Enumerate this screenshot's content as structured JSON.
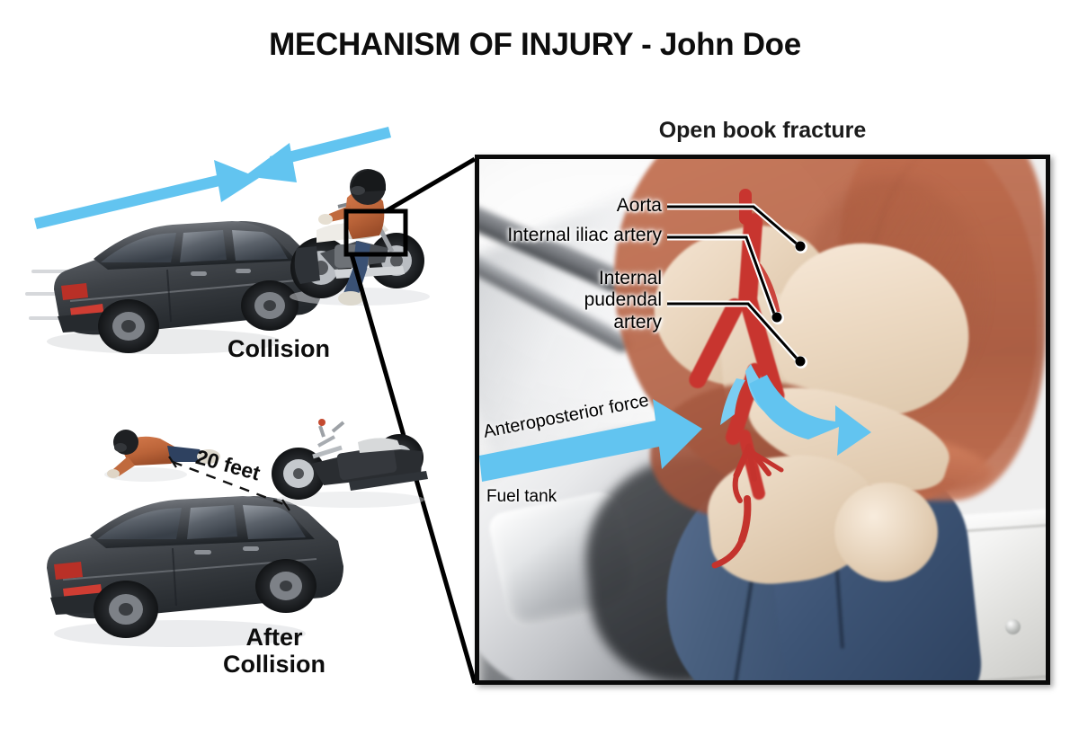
{
  "page": {
    "title": "MECHANISM OF INJURY - John Doe",
    "background_color": "#ffffff"
  },
  "colors": {
    "arrow_blue": "#62c4f0",
    "artery_red": "#c8352f",
    "bone_cream": "#ecd9c2",
    "flesh_orange": "#c07150",
    "jeans_blue": "#3d5475",
    "car_charcoal": "#3d4146",
    "text_black": "#0d0d0d"
  },
  "left_scene": {
    "collision": {
      "caption": "Collision",
      "impact_arrow": {
        "name": "double-headed-impact-arrow",
        "color": "#62c4f0",
        "direction": "converging"
      },
      "vehicles": [
        "sedan-car",
        "motorcycle-with-rider"
      ],
      "highlight_box_label": "pelvis-region-highlight"
    },
    "after_collision": {
      "caption": "After\nCollision",
      "distance_label": "20 feet",
      "vehicles": [
        "sedan-car",
        "fallen-motorcycle",
        "ejected-rider"
      ]
    }
  },
  "inset": {
    "title": "Open book fracture",
    "labels": [
      {
        "id": "aorta",
        "text": "Aorta"
      },
      {
        "id": "internal-iliac-artery",
        "text": "Internal iliac artery"
      },
      {
        "id": "internal-pudendal-artery",
        "text": "Internal\npudendal\nartery"
      },
      {
        "id": "fuel-tank",
        "text": "Fuel tank"
      }
    ],
    "force_arrow": {
      "text": "Anteroposterior force",
      "color": "#62c4f0"
    },
    "spreading_arrow": {
      "name": "pelvis-spreading-arrow",
      "color": "#62c4f0"
    }
  }
}
